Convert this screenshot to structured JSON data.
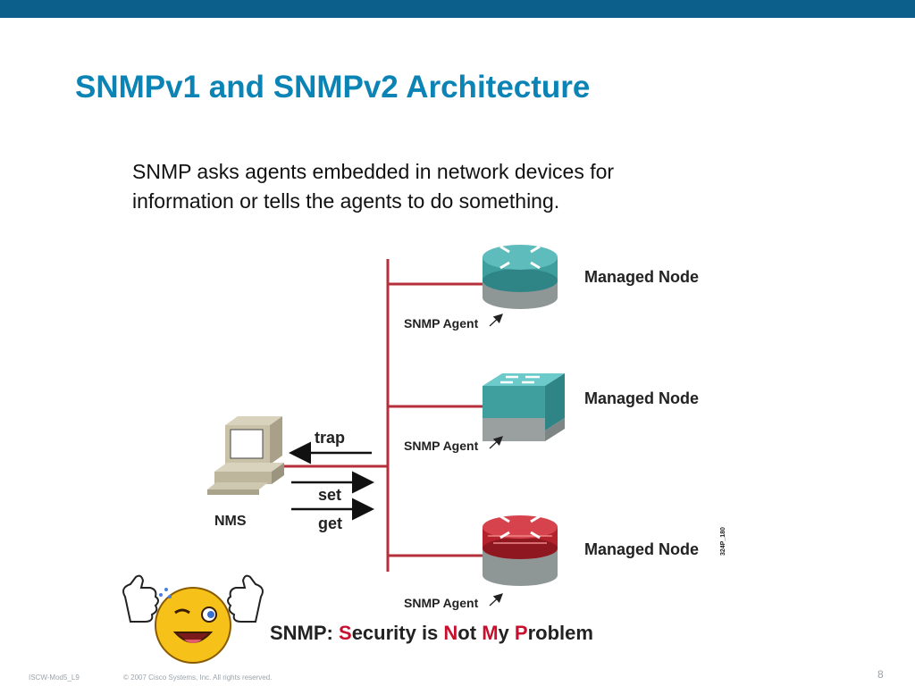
{
  "slide": {
    "title": "SNMPv1 and SNMPv2 Architecture",
    "intro_line1": "SNMP asks agents embedded in network devices for",
    "intro_line2": "information or tells the agents to do something.",
    "page_number": "8"
  },
  "diagram": {
    "node_label": "Managed Node",
    "agent_label": "SNMP Agent",
    "nms_label": "NMS",
    "trap_label": "trap",
    "set_label": "set",
    "get_label": "get",
    "figure_code": "324P_180"
  },
  "tagline": {
    "prefix": "SNMP: ",
    "w1_cap": "S",
    "w1_rest": "ecurity is ",
    "w2_cap": "N",
    "w2_rest": "ot ",
    "w3_cap": "M",
    "w3_rest": "y ",
    "w4_cap": "P",
    "w4_rest": "roblem"
  },
  "footer": {
    "course_code": "ISCW-Mod5_L9",
    "copyright": "© 2007 Cisco Systems, Inc. All rights reserved."
  },
  "colors": {
    "title_blue": "#0b84b5",
    "topbar": "#0b5f8a",
    "line_red": "#b5303a",
    "teal_device": "#3f9e9e",
    "red_device": "#b3222d",
    "highlight": "#c8102e"
  }
}
